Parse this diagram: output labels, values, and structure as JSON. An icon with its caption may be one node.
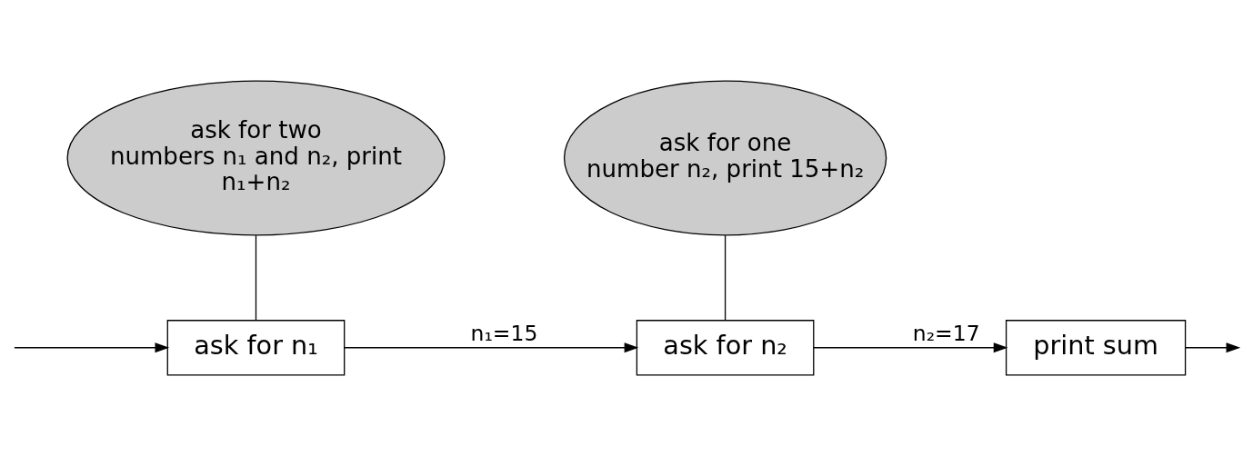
{
  "diagram": {
    "nodes": [
      {
        "text": [
          "ask for n₁"
        ]
      },
      {
        "text": [
          "ask for n₂"
        ]
      },
      {
        "text": [
          "print sum"
        ]
      },
      {
        "text": [
          "ask for two numbers n₁ and n₂, print n₁+n₂"
        ]
      },
      {
        "text": [
          "ask for one number n₂, print 15+n₂"
        ]
      }
    ],
    "edges": [
      {
        "from": null,
        "to": 0,
        "arrow": "to"
      },
      {
        "from": 0,
        "to": 1,
        "arrow": "to",
        "label": "n₁=15"
      },
      {
        "from": 1,
        "to": 2,
        "arrow": "to",
        "label": "n₂=17"
      },
      {
        "from": 2,
        "to": null,
        "arrow": "to"
      },
      {
        "from": 3,
        "to": 0,
        "arrow": "none"
      },
      {
        "from": 4,
        "to": 1,
        "arrow": "none"
      }
    ]
  }
}
